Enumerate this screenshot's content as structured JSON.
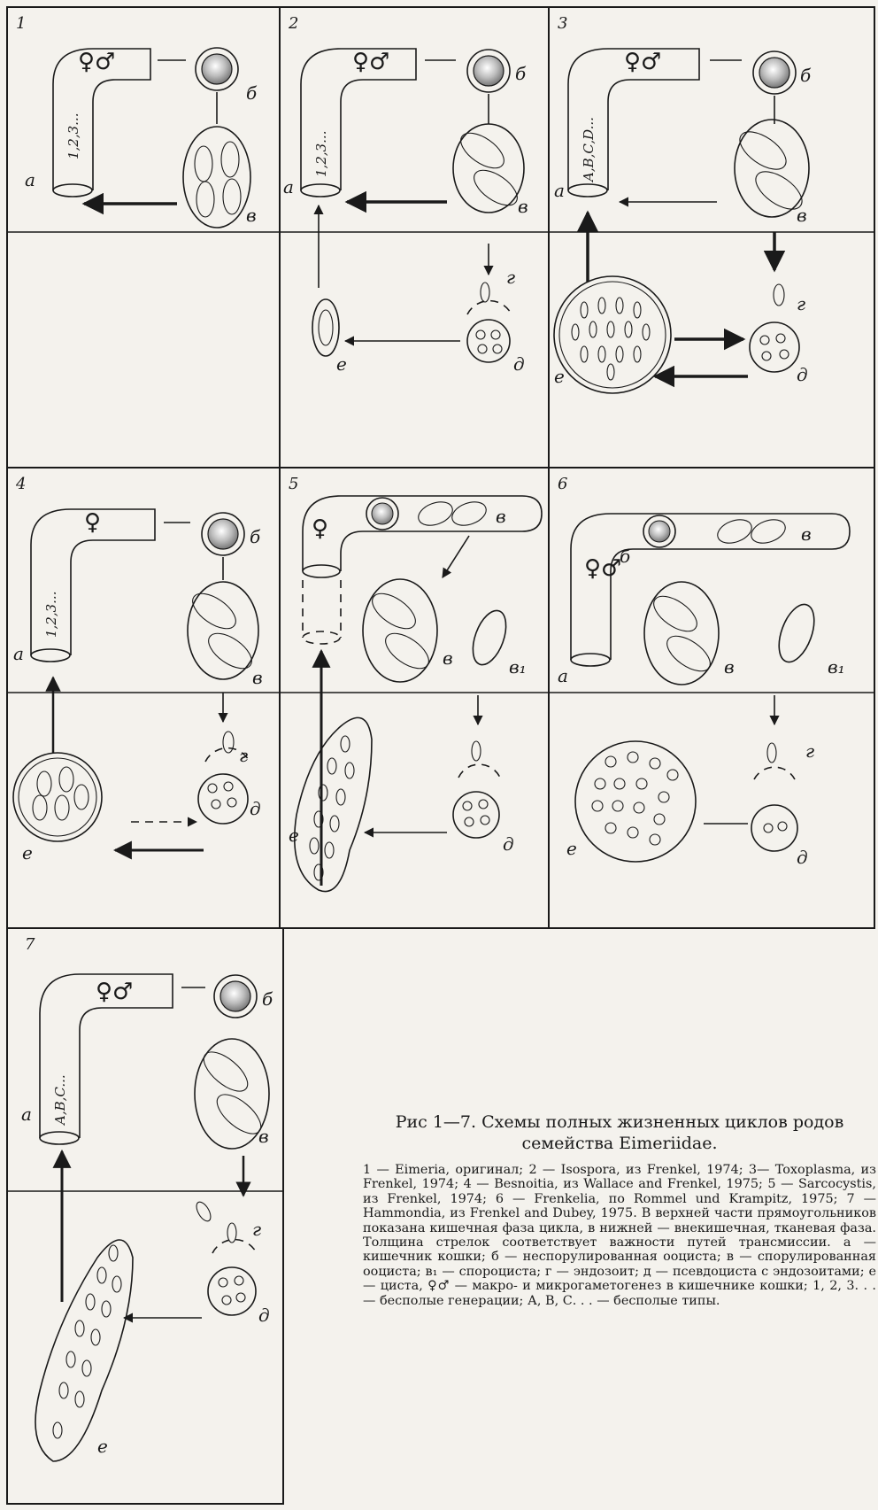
{
  "caption": {
    "title": "Рис 1—7. Схемы полных жизненных циклов родов семейства Eimeriidae.",
    "text": "1 — Eimeria, оригинал; 2 — Isospora, из Frenkel, 1974; 3— Toxoplasma, из Frenkel, 1974; 4 — Besnoitia, из Wallace and Frenkel, 1975; 5 — Sarcocystis, из Frenkel, 1974; 6 — Frenkelia, по Rommel und Krampitz, 1975; 7 — Hammondia, из Frenkel and Dubey, 1975. В верхней части прямоугольников показана кишечная фаза цикла, в нижней — внекишечная, тканевая фаза. Толщина стрелок соответствует важности путей трансмиссии. а — кишечник кошки; б — неспорулированная ооциста; в — спорулированная ооциста; в₁ — спороциста; г — эндозоит; д — псевдоциста с эндозоитами; е — циста, ♀♂ — макро- и микрогаметогенез в кишечнике кошки; 1, 2, 3. . . — бесполые генерации; А, В, С. . . — бесполые типы."
  },
  "panels": [
    {
      "number": "1",
      "genus_label": "1,2,3...",
      "sex": "♀♂"
    },
    {
      "number": "2",
      "genus_label": "1,2,3...",
      "sex": "♀♂"
    },
    {
      "number": "3",
      "genus_label": "A,B,C,D...",
      "sex": "♀♂"
    },
    {
      "number": "4",
      "genus_label": "1,2,3...",
      "sex": "♀"
    },
    {
      "number": "5",
      "genus_label": "",
      "sex": "♀"
    },
    {
      "number": "6",
      "genus_label": "",
      "sex": "♀♂"
    },
    {
      "number": "7",
      "genus_label": "A,B,C...",
      "sex": "♀♂"
    }
  ],
  "labels": {
    "a": "а",
    "b": "б",
    "v": "в",
    "v1": "в₁",
    "g": "г",
    "d": "д",
    "e": "е"
  }
}
